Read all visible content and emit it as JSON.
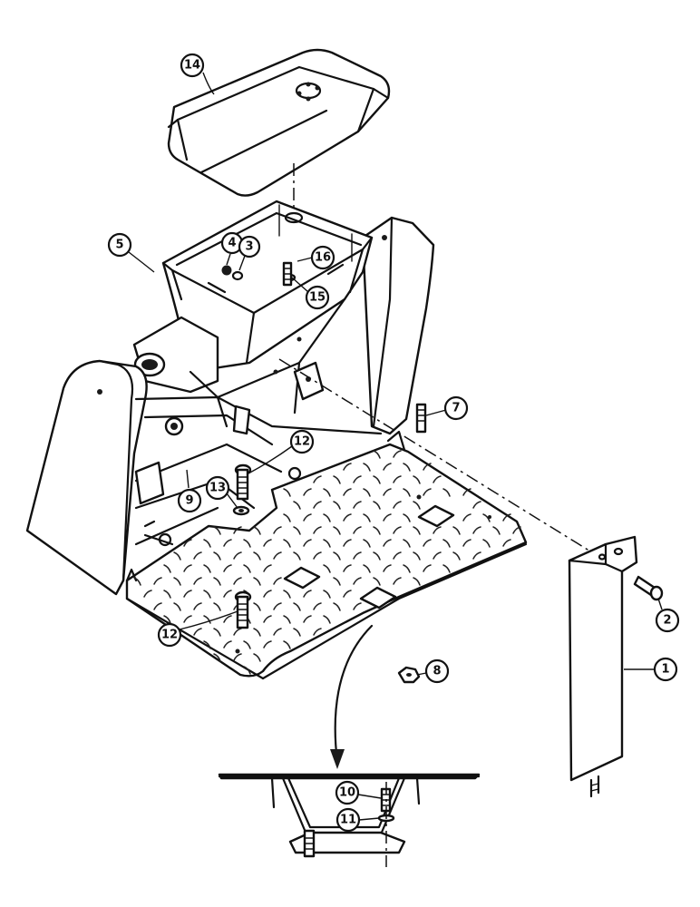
{
  "diagram": {
    "callouts": [
      {
        "id": "c14",
        "label": "14"
      },
      {
        "id": "c5",
        "label": "5"
      },
      {
        "id": "c4",
        "label": "4"
      },
      {
        "id": "c3",
        "label": "3"
      },
      {
        "id": "c16",
        "label": "16"
      },
      {
        "id": "c15",
        "label": "15"
      },
      {
        "id": "c7",
        "label": "7"
      },
      {
        "id": "c12a",
        "label": "12"
      },
      {
        "id": "c13",
        "label": "13"
      },
      {
        "id": "c9",
        "label": "9"
      },
      {
        "id": "c12b",
        "label": "12"
      },
      {
        "id": "c8",
        "label": "8"
      },
      {
        "id": "c2",
        "label": "2"
      },
      {
        "id": "c1",
        "label": "1"
      },
      {
        "id": "c10",
        "label": "10"
      },
      {
        "id": "c11",
        "label": "11"
      }
    ]
  }
}
